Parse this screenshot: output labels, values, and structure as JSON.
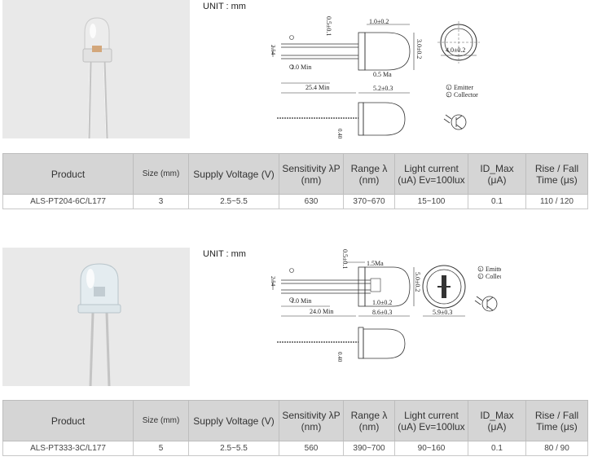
{
  "products": [
    {
      "unit_label": "UNIT : mm",
      "drawing": {
        "dims": [
          "1.0±0.2",
          "0.5±0.1",
          "3.0±0.2",
          "2.54",
          "1.0 Min",
          "0.5 Ma",
          "25.4 Min",
          "5.2±0.3",
          "4.0±0.2",
          "0.40"
        ],
        "pins": [
          {
            "mark": "1",
            "label": "Emitter"
          },
          {
            "mark": "2",
            "label": "Collector"
          }
        ]
      },
      "table": {
        "headers": [
          "Product",
          "Size (mm)",
          "Supply Voltage (V)",
          "Sensitivity λP (nm)",
          "Range λ (nm)",
          "Light current (uA) Ev=100lux",
          "ID_Max (μA)",
          "Rise / Fall Time (μs)"
        ],
        "row": [
          "ALS-PT204-6C/L177",
          "3",
          "2.5~5.5",
          "630",
          "370~670",
          "15~100",
          "0.1",
          "110 / 120"
        ]
      }
    },
    {
      "unit_label": "UNIT : mm",
      "drawing": {
        "dims": [
          "1.5Ma",
          "0.5±0.1",
          "5.0±0.2",
          "2.54",
          "1.0±0.2",
          "1.0 Min",
          "24.0 Min",
          "8.6±0.3",
          "5.9±0.3",
          "0.40"
        ],
        "pins": [
          {
            "mark": "1",
            "label": "Emitter"
          },
          {
            "mark": "2",
            "label": "Collector"
          }
        ]
      },
      "table": {
        "headers": [
          "Product",
          "Size (mm)",
          "Supply Voltage (V)",
          "Sensitivity λP (nm)",
          "Range λ (nm)",
          "Light current (uA) Ev=100lux",
          "ID_Max (μA)",
          "Rise / Fall Time (μs)"
        ],
        "row": [
          "ALS-PT333-3C/L177",
          "5",
          "2.5~5.5",
          "560",
          "390~700",
          "90~160",
          "0.1",
          "80 / 90"
        ]
      }
    }
  ]
}
